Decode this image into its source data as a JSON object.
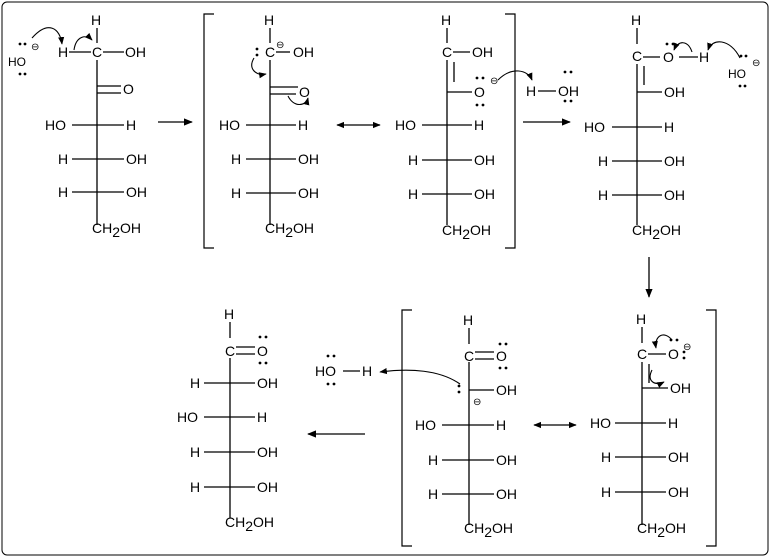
{
  "labels": {
    "H": "H",
    "C": "C",
    "O": "O",
    "OH": "OH",
    "HO": "HO",
    "CH2OH_prefix": "CH",
    "CH2OH_sub": "2",
    "CH2OH_suffix": "OH",
    "charge": "⊖"
  }
}
